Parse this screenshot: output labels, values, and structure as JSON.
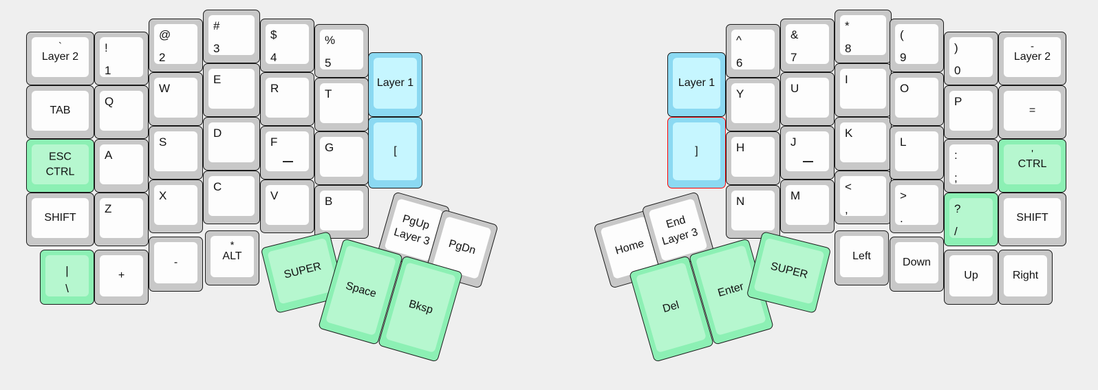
{
  "meta": {
    "title": "Split ergonomic keyboard layout editor",
    "background_color": "#efefef",
    "key_body_color": "#c8c8c8",
    "key_cap_color": "#fdfdfd",
    "green_body_color": "#8cf0b4",
    "green_cap_color": "#b6f7cf",
    "cyan_body_color": "#8bd9f2",
    "cyan_cap_color": "#c6f6ff",
    "selection_outline_color": "#ff0000"
  },
  "left_half": {
    "name": "left-keyboard-half",
    "columns": [
      {
        "name": "pinky-outer-column",
        "keys": [
          {
            "id": "l-grave-layer2",
            "top": "`",
            "main": "Layer 2",
            "style": "white",
            "layout": "top-center-word"
          },
          {
            "id": "l-tab",
            "main": "TAB",
            "style": "white",
            "layout": "center"
          },
          {
            "id": "l-esc-ctrl",
            "main": "ESC\nCTRL",
            "style": "green",
            "layout": "center-two-line"
          },
          {
            "id": "l-shift",
            "main": "SHIFT",
            "style": "white",
            "layout": "center"
          },
          {
            "id": "l-pipe-bslash",
            "top": "|",
            "main": "\\",
            "style": "green",
            "layout": "center-stack"
          }
        ]
      },
      {
        "name": "pinky-column",
        "keys": [
          {
            "id": "l-1",
            "top": "!",
            "main": "1",
            "style": "white",
            "layout": "dual"
          },
          {
            "id": "l-q",
            "main": "Q",
            "style": "white",
            "layout": "top-left"
          },
          {
            "id": "l-a",
            "main": "A",
            "style": "white",
            "layout": "top-left"
          },
          {
            "id": "l-z",
            "main": "Z",
            "style": "white",
            "layout": "top-left"
          },
          {
            "id": "l-plus",
            "main": "+",
            "style": "white",
            "layout": "center"
          }
        ]
      },
      {
        "name": "ring-column",
        "keys": [
          {
            "id": "l-2",
            "top": "@",
            "main": "2",
            "style": "white",
            "layout": "dual"
          },
          {
            "id": "l-w",
            "main": "W",
            "style": "white",
            "layout": "top-left"
          },
          {
            "id": "l-s",
            "main": "S",
            "style": "white",
            "layout": "top-left"
          },
          {
            "id": "l-x",
            "main": "X",
            "style": "white",
            "layout": "top-left"
          },
          {
            "id": "l-minus",
            "main": "-",
            "style": "white",
            "layout": "center"
          }
        ]
      },
      {
        "name": "middle-column",
        "keys": [
          {
            "id": "l-3",
            "top": "#",
            "main": "3",
            "style": "white",
            "layout": "dual"
          },
          {
            "id": "l-e",
            "main": "E",
            "style": "white",
            "layout": "top-left"
          },
          {
            "id": "l-d",
            "main": "D",
            "style": "white",
            "layout": "top-left"
          },
          {
            "id": "l-c",
            "main": "C",
            "style": "white",
            "layout": "top-left"
          },
          {
            "id": "l-alt",
            "top": "*",
            "main": "ALT",
            "style": "white",
            "layout": "top-center-word"
          }
        ]
      },
      {
        "name": "index-column",
        "keys": [
          {
            "id": "l-4",
            "top": "$",
            "main": "4",
            "style": "white",
            "layout": "dual"
          },
          {
            "id": "l-r",
            "main": "R",
            "style": "white",
            "layout": "top-left"
          },
          {
            "id": "l-f",
            "main": "F",
            "style": "white",
            "layout": "top-left",
            "homing": true
          },
          {
            "id": "l-v",
            "main": "V",
            "style": "white",
            "layout": "top-left"
          }
        ]
      },
      {
        "name": "index-inner-column",
        "keys": [
          {
            "id": "l-5",
            "top": "%",
            "main": "5",
            "style": "white",
            "layout": "dual"
          },
          {
            "id": "l-t",
            "main": "T",
            "style": "white",
            "layout": "top-left"
          },
          {
            "id": "l-g",
            "main": "G",
            "style": "white",
            "layout": "top-left"
          },
          {
            "id": "l-b",
            "main": "B",
            "style": "white",
            "layout": "top-left"
          }
        ]
      },
      {
        "name": "inner-layer-column",
        "keys": [
          {
            "id": "l-layer1",
            "main": "Layer 1",
            "style": "cyan",
            "layout": "center"
          },
          {
            "id": "l-lbracket",
            "main": "[",
            "style": "cyan",
            "layout": "center"
          }
        ]
      }
    ],
    "thumb_cluster": {
      "name": "left-thumb-cluster",
      "keys": [
        {
          "id": "l-super",
          "main": "SUPER",
          "style": "green",
          "layout": "center"
        },
        {
          "id": "l-pgup",
          "main": "PgUp\nLayer 3",
          "style": "white",
          "layout": "center-two-line"
        },
        {
          "id": "l-pgdn",
          "main": "PgDn",
          "style": "white",
          "layout": "center"
        },
        {
          "id": "l-space",
          "main": "Space",
          "style": "green",
          "layout": "center"
        },
        {
          "id": "l-bksp",
          "main": "Bksp",
          "style": "green",
          "layout": "center"
        }
      ]
    }
  },
  "right_half": {
    "name": "right-keyboard-half",
    "columns": [
      {
        "name": "inner-layer-column",
        "keys": [
          {
            "id": "r-layer1",
            "main": "Layer 1",
            "style": "cyan",
            "layout": "center"
          },
          {
            "id": "r-rbracket",
            "main": "]",
            "style": "cyan",
            "layout": "center",
            "selected": true
          }
        ]
      },
      {
        "name": "index-inner-column",
        "keys": [
          {
            "id": "r-6",
            "top": "^",
            "main": "6",
            "style": "white",
            "layout": "dual"
          },
          {
            "id": "r-y",
            "main": "Y",
            "style": "white",
            "layout": "top-left"
          },
          {
            "id": "r-h",
            "main": "H",
            "style": "white",
            "layout": "top-left"
          },
          {
            "id": "r-n",
            "main": "N",
            "style": "white",
            "layout": "top-left"
          }
        ]
      },
      {
        "name": "index-column",
        "keys": [
          {
            "id": "r-7",
            "top": "&",
            "main": "7",
            "style": "white",
            "layout": "dual"
          },
          {
            "id": "r-u",
            "main": "U",
            "style": "white",
            "layout": "top-left"
          },
          {
            "id": "r-j",
            "main": "J",
            "style": "white",
            "layout": "top-left",
            "homing": true
          },
          {
            "id": "r-m",
            "main": "M",
            "style": "white",
            "layout": "top-left"
          }
        ]
      },
      {
        "name": "middle-column",
        "keys": [
          {
            "id": "r-8",
            "top": "*",
            "main": "8",
            "style": "white",
            "layout": "dual"
          },
          {
            "id": "r-i",
            "main": "I",
            "style": "white",
            "layout": "top-left"
          },
          {
            "id": "r-k",
            "main": "K",
            "style": "white",
            "layout": "top-left"
          },
          {
            "id": "r-comma",
            "top": "<",
            "main": ",",
            "style": "white",
            "layout": "dual"
          },
          {
            "id": "r-left",
            "main": "Left",
            "style": "white",
            "layout": "center"
          }
        ]
      },
      {
        "name": "ring-column",
        "keys": [
          {
            "id": "r-9",
            "top": "(",
            "main": "9",
            "style": "white",
            "layout": "dual"
          },
          {
            "id": "r-o",
            "main": "O",
            "style": "white",
            "layout": "top-left"
          },
          {
            "id": "r-l",
            "main": "L",
            "style": "white",
            "layout": "top-left"
          },
          {
            "id": "r-period",
            "top": ">",
            "main": ".",
            "style": "white",
            "layout": "dual"
          },
          {
            "id": "r-down",
            "main": "Down",
            "style": "white",
            "layout": "center"
          }
        ]
      },
      {
        "name": "pinky-column",
        "keys": [
          {
            "id": "r-0",
            "top": ")",
            "main": "0",
            "style": "white",
            "layout": "dual"
          },
          {
            "id": "r-p",
            "main": "P",
            "style": "white",
            "layout": "top-left"
          },
          {
            "id": "r-semicolon",
            "top": ":",
            "main": ";",
            "style": "white",
            "layout": "dual"
          },
          {
            "id": "r-slash",
            "top": "?",
            "main": "/",
            "style": "green",
            "layout": "dual"
          },
          {
            "id": "r-up",
            "main": "Up",
            "style": "white",
            "layout": "center"
          }
        ]
      },
      {
        "name": "pinky-outer-column",
        "keys": [
          {
            "id": "r-minus-layer2",
            "top": "-",
            "main": "Layer 2",
            "style": "white",
            "layout": "top-center-word"
          },
          {
            "id": "r-equal",
            "main": "=",
            "style": "white",
            "layout": "center"
          },
          {
            "id": "r-quote-ctrl",
            "top": "'",
            "main": "CTRL",
            "style": "green",
            "layout": "top-center-word"
          },
          {
            "id": "r-shift",
            "main": "SHIFT",
            "style": "white",
            "layout": "center"
          },
          {
            "id": "r-right",
            "main": "Right",
            "style": "white",
            "layout": "center"
          }
        ]
      }
    ],
    "thumb_cluster": {
      "name": "right-thumb-cluster",
      "keys": [
        {
          "id": "r-home",
          "main": "Home",
          "style": "white",
          "layout": "center"
        },
        {
          "id": "r-end",
          "main": "End\nLayer 3",
          "style": "white",
          "layout": "center-two-line"
        },
        {
          "id": "r-del",
          "main": "Del",
          "style": "green",
          "layout": "center"
        },
        {
          "id": "r-enter",
          "main": "Enter",
          "style": "green",
          "layout": "center"
        },
        {
          "id": "r-super",
          "main": "SUPER",
          "style": "green",
          "layout": "center"
        }
      ]
    }
  }
}
